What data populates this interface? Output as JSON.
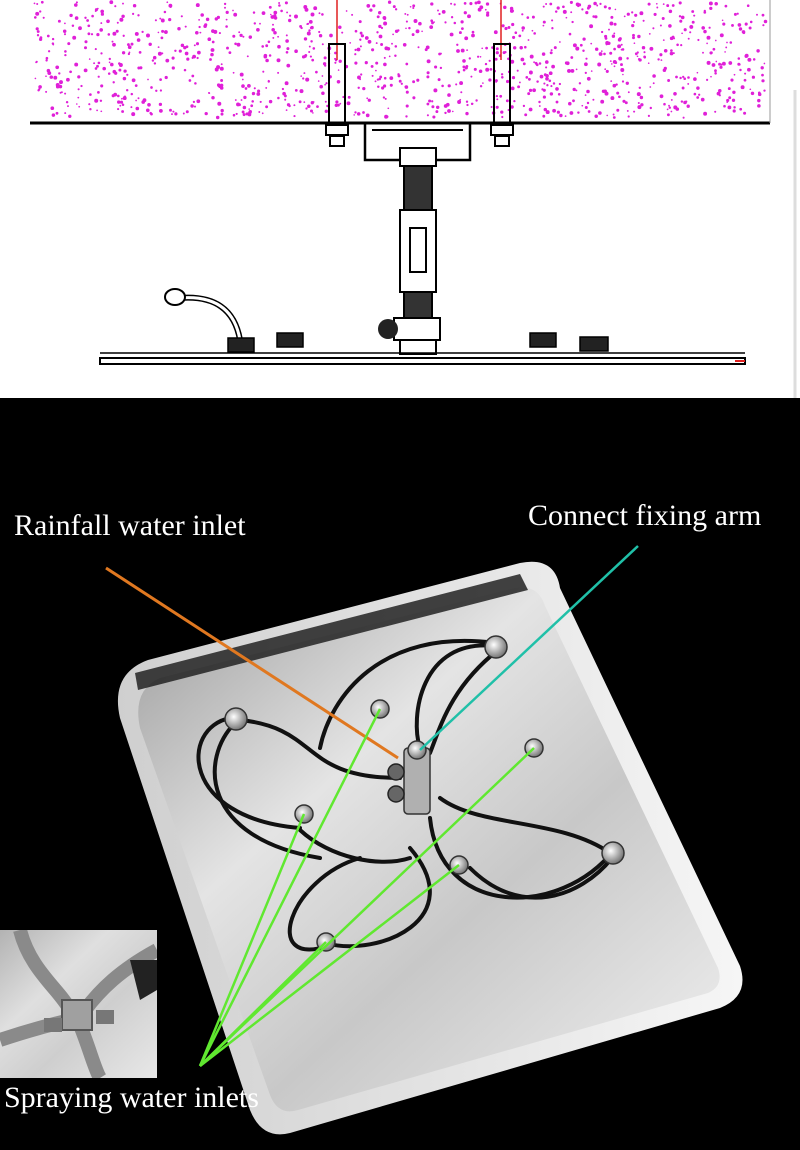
{
  "labels": {
    "rainfall_water_inlet": "Rainfall water inlet",
    "connect_fixing_arm": "Connect fixing arm",
    "spraying_water_inlets": "Spraying water inlets"
  },
  "colors": {
    "ceiling_dots": "#e020d8",
    "rainfall_pointer": "#e07820",
    "fixing_arm_pointer": "#20c0a8",
    "spray_pointer": "#60e830",
    "background_bottom": "#000000"
  },
  "icons": {
    "inset_photo": "valve-closeup-photo",
    "shower_panel": "square-shower-head-back-view"
  }
}
